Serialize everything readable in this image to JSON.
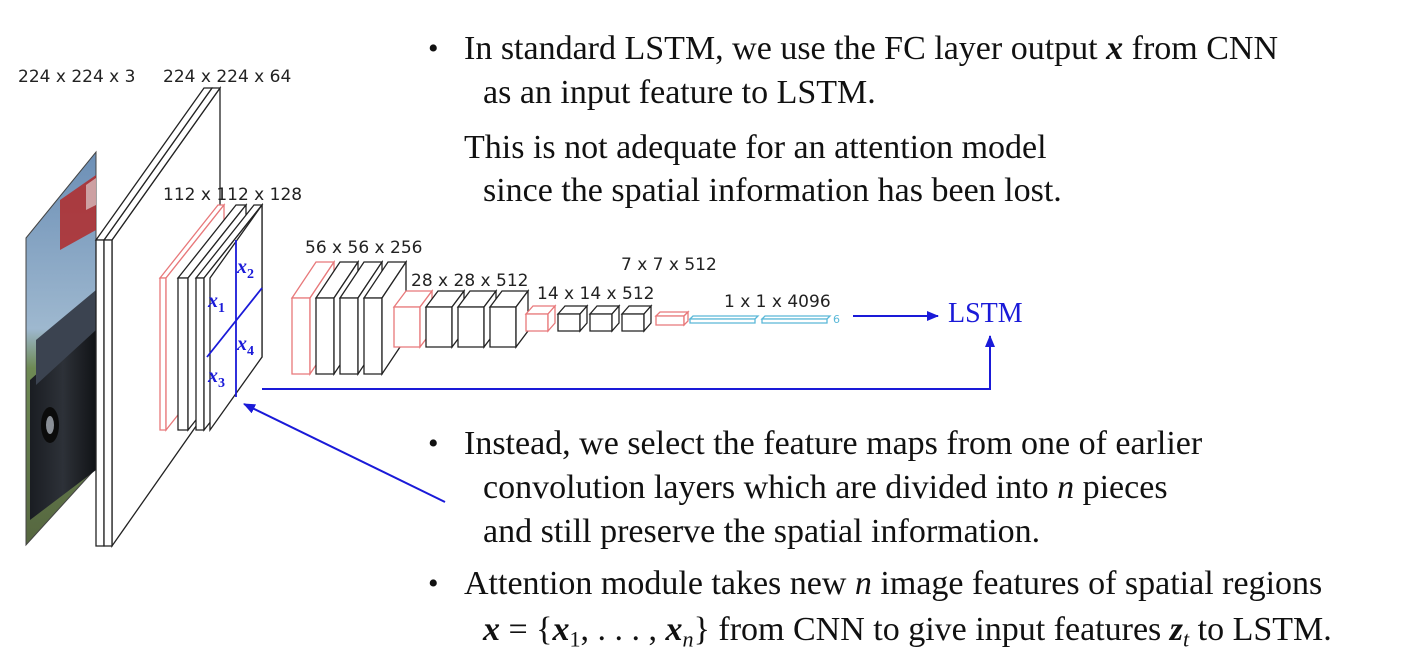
{
  "diagram": {
    "layer_labels": {
      "input": "224 x 224 x 3",
      "conv1": "224 x 224 x 64",
      "conv2": "112 x 112 x 128",
      "conv3": "56 x 56 x 256",
      "conv4": "28 x 28 x 512",
      "conv5": "14 x 14 x 512",
      "pool5": "7 x 7 x 512",
      "fc": "1 x 1 x 4096"
    },
    "region_labels": {
      "x1_var": "x",
      "x1_sub": "1",
      "x2_var": "x",
      "x2_sub": "2",
      "x3_var": "x",
      "x3_sub": "3",
      "x4_var": "x",
      "x4_sub": "4"
    },
    "fc_tail_mark": "6",
    "lstm_label": "LSTM",
    "colors": {
      "pool_layer": "#e8787a",
      "conv_layer": "#222222",
      "fc_layer": "#5ab8d8",
      "annotation": "#1a1ad8",
      "text": "#111111"
    }
  },
  "text": {
    "bullet_symbol": "•",
    "b1_l1_a": "In standard LSTM, we use the FC layer output ",
    "b1_l1_var": "x",
    "b1_l1_b": " from CNN",
    "b1_l2": "as an input feature to LSTM.",
    "p2_l1": "This is not adequate for an attention model",
    "p2_l2": "since the spatial information has been lost.",
    "b2_l1": "Instead, we select the feature maps from one of earlier",
    "b2_l2_a": "convolution layers which are divided into ",
    "b2_l2_var": "n",
    "b2_l2_b": " pieces",
    "b2_l3": "and still preserve the spatial information.",
    "b3_l1_a": "Attention module takes new ",
    "b3_l1_var": "n",
    "b3_l1_b": " image features of spatial regions",
    "b3_l2_x": "x",
    "b3_l2_eq": " = {",
    "b3_l2_x1": "x",
    "b3_l2_s1": "1",
    "b3_l2_dots": ", . . . , ",
    "b3_l2_xn": "x",
    "b3_l2_sn": "n",
    "b3_l2_mid": "} from CNN to give input features ",
    "b3_l2_z": "z",
    "b3_l2_zt": "t",
    "b3_l2_end": " to LSTM."
  }
}
